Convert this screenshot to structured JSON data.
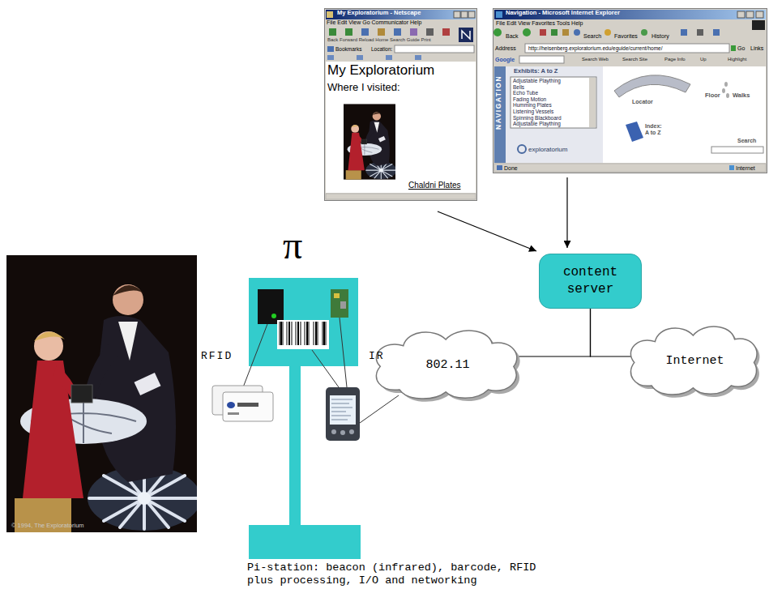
{
  "diagram": {
    "caption": "Pi-station: beacon (infrared), barcode, RFID plus processing, I/O and networking",
    "nodes": [
      {
        "text": [
          "My Exploratorium - Netscape",
          "File Edit View Go Communicator Help",
          "Back Forward Reload Home Search Guide Print",
          "Bookmarks",
          "Location:",
          "My Exploratorium",
          "Where I visited:",
          "Chaldni Plates"
        ]
      },
      {
        "text": [
          "Navigation - Microsoft Internet Explorer",
          "File Edit View Favorites Tools Help",
          "Back",
          "Search",
          "Favorites",
          "History",
          "Address",
          "http://heisenberg.exploratorium.edu/eguide/current/home/",
          "Go",
          "Links",
          "Google",
          "Search Web",
          "Search Site",
          "Page Info",
          "Up",
          "Highlight",
          "NAVIGATION",
          "Exhibits: A to Z",
          "Adjustable Plaything",
          "Bells",
          "Echo Tube",
          "Fading Motion",
          "Humming Plates",
          "Listening Vessels",
          "Spinning Blackboard",
          "Adjustable Plaything",
          "Locator",
          "Floor",
          "Walks",
          "Index: A to Z",
          "Search",
          "exploratorium",
          "Done",
          "Internet"
        ]
      },
      {
        "text": [
          "π"
        ]
      },
      {
        "text": [
          "content server"
        ]
      },
      {
        "text": [
          "802.11"
        ]
      },
      {
        "text": [
          "Internet"
        ]
      }
    ],
    "edges": [
      {
        "from": 0,
        "to": 3,
        "arrow": "to"
      },
      {
        "from": 1,
        "to": 3,
        "arrow": "to"
      },
      {
        "from": 3,
        "to": 4,
        "arrow": "none"
      },
      {
        "from": 3,
        "to": 5,
        "arrow": "none"
      }
    ],
    "labels": [
      "RFID",
      "IR",
      "© 1994, The Exploratorium"
    ]
  }
}
